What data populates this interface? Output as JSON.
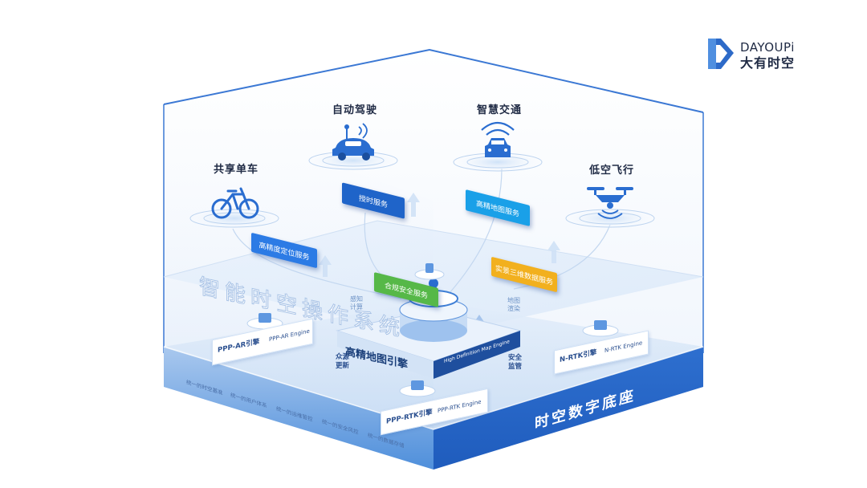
{
  "brand": {
    "logo_text_en": "DAYOUPi",
    "logo_text_cn": "大有时空",
    "color": "#2d6ac8"
  },
  "applications": [
    {
      "label": "共享单车",
      "icon": "bicycle-icon"
    },
    {
      "label": "自动驾驶",
      "icon": "autonomous-car-icon"
    },
    {
      "label": "智慧交通",
      "icon": "smart-traffic-car-icon"
    },
    {
      "label": "低空飞行",
      "icon": "drone-icon"
    }
  ],
  "service_tags": {
    "positioning": "高精度定位服务",
    "timing": "授时服务",
    "hd_map": "高精地图服务",
    "security": "合规安全服务",
    "realtime_3d": "实景三维数据服务"
  },
  "os_title": "智能时空操作系统",
  "mid_labels": {
    "sensing": [
      "感知",
      "计算"
    ],
    "map_render": [
      "地图",
      "渲染"
    ],
    "crowd_update": [
      "众源",
      "更新"
    ],
    "security_monitor": [
      "安全",
      "监管"
    ]
  },
  "engines": {
    "ppp_ar": {
      "cn": "PPP-AR引擎",
      "en": "PPP-AR Engine"
    },
    "ppp_rtk": {
      "cn": "PPP-RTK引擎",
      "en": "PPP-RTK Engine"
    },
    "n_rtk": {
      "cn": "N-RTK引擎",
      "en": "N-RTK Engine"
    },
    "hd_map": {
      "cn": "高精地图引擎",
      "en": "High Definition Map Engine"
    }
  },
  "base": {
    "title": "时空数字底座",
    "items": [
      "统一的时空基准",
      "统一的用户体系",
      "统一的运维管控",
      "统一的安全风控",
      "统一的数据存储"
    ]
  },
  "colors": {
    "primary_blue": "#2f6fd0",
    "tag_blue": "#2c7be5",
    "tag_cyan": "#1aa0e8",
    "tag_green": "#56b848",
    "tag_yellow": "#f2b01e",
    "base_blue": "#2f73cf"
  }
}
